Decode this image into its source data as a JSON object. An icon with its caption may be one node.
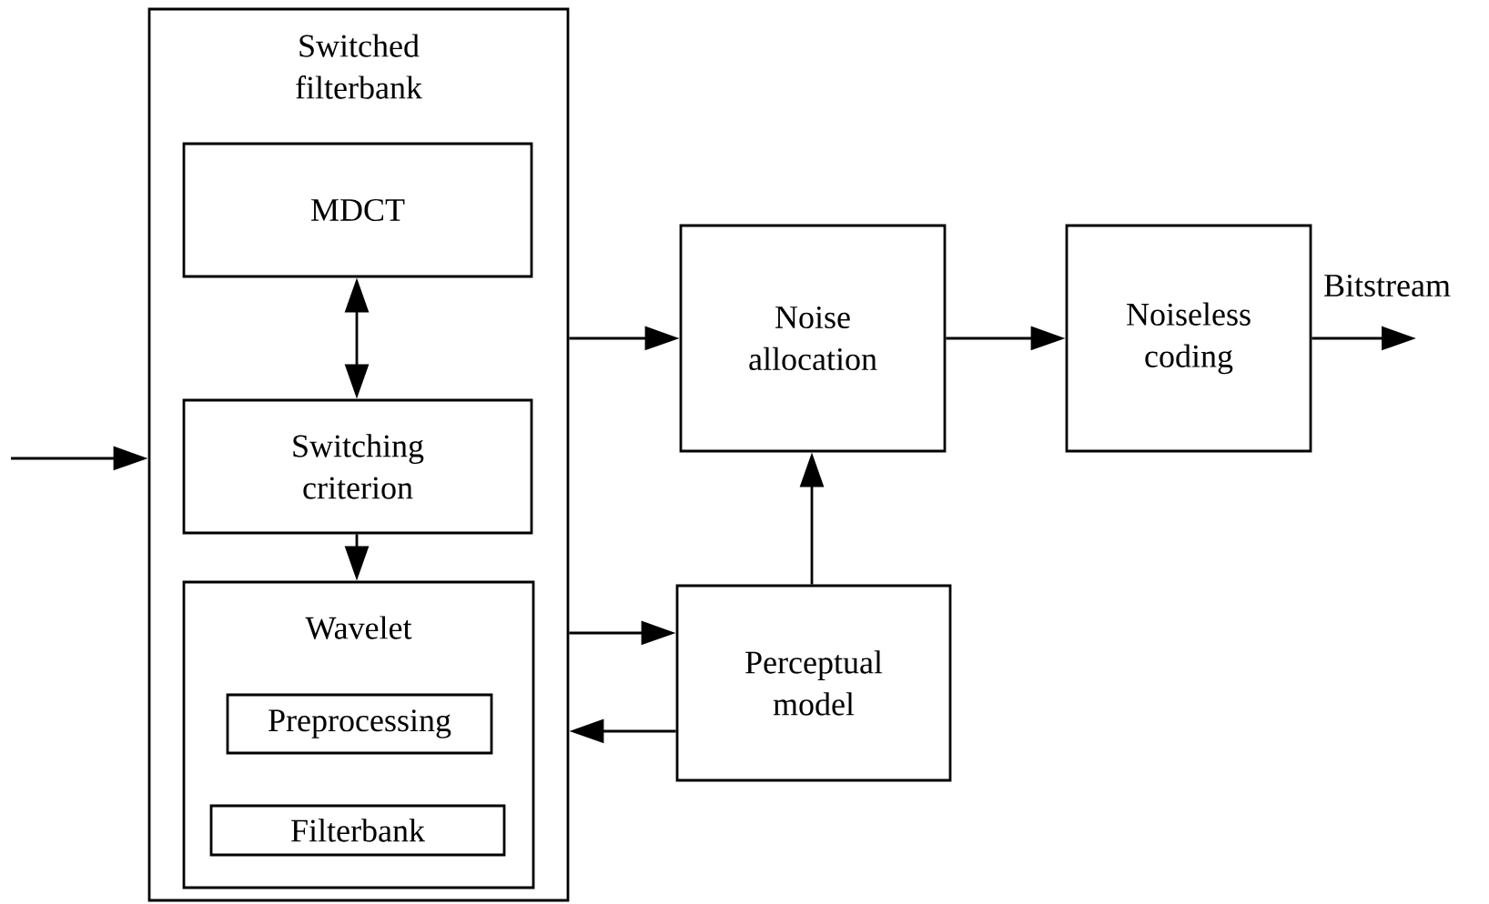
{
  "diagram": {
    "nodes": [
      {
        "text": [
          "Switched filterbank"
        ]
      },
      {
        "text": [
          "MDCT"
        ],
        "in": 0
      },
      {
        "text": [
          "Switching criterion"
        ],
        "in": 0
      },
      {
        "text": [
          "Wavelet"
        ],
        "in": 0
      },
      {
        "text": [
          "Preprocessing"
        ],
        "in": 3
      },
      {
        "text": [
          "Filterbank"
        ],
        "in": 3
      },
      {
        "text": [
          "Noise allocation"
        ]
      },
      {
        "text": [
          "Noiseless coding"
        ]
      },
      {
        "text": [
          "Perceptual model"
        ]
      }
    ],
    "edges": [
      {
        "from": null,
        "to": 0,
        "arrow": "to"
      },
      {
        "from": 1,
        "to": 2,
        "arrow": "both"
      },
      {
        "from": 2,
        "to": 3,
        "arrow": "to"
      },
      {
        "from": 0,
        "to": 6,
        "arrow": "to"
      },
      {
        "from": 6,
        "to": 7,
        "arrow": "to"
      },
      {
        "from": 7,
        "to": null,
        "arrow": "to",
        "label": "Bitstream"
      },
      {
        "from": 8,
        "to": 6,
        "arrow": "to"
      },
      {
        "from": 0,
        "to": 8,
        "arrow": "to"
      },
      {
        "from": 8,
        "to": 0,
        "arrow": "to"
      }
    ]
  }
}
